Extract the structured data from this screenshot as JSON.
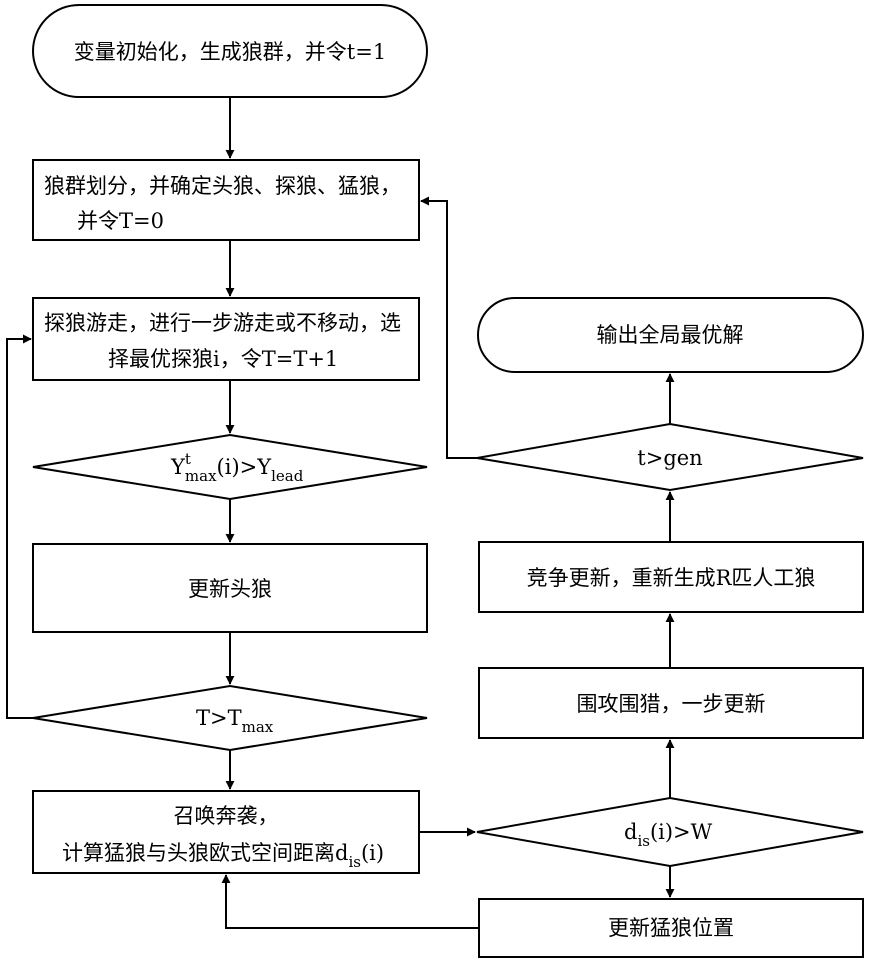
{
  "nodes": {
    "init": "变量初始化，生成狼群，并令t=1",
    "divide_line1": "狼群划分，并确定头狼、探狼、猛狼，",
    "divide_line2": "并令T=0",
    "scout_line1": "探狼游走，进行一步游走或不移动，选",
    "scout_line2": "择最优探狼i，令T=T+1",
    "cond1": {
      "y": "Y",
      "sup_t": "t",
      "sub_max": "max",
      "mid": "(i)>Y",
      "sub_lead": "lead"
    },
    "update_leader": "更新头狼",
    "cond2": {
      "text": "T>T",
      "sub": "max"
    },
    "summon_line1": "召唤奔袭，",
    "summon_line2_prefix": "计算猛狼与头狼欧式空间距离d",
    "summon_line2_sub": "is",
    "summon_line2_suffix": "(i)",
    "cond3": {
      "d": "d",
      "sub": "is",
      "rest": "(i)>W"
    },
    "update_fierce": "更新猛狼位置",
    "siege": "围攻围猎，一步更新",
    "compete": "竞争更新，重新生成R匹人工狼",
    "cond4": "t>gen",
    "output": "输出全局最优解"
  }
}
